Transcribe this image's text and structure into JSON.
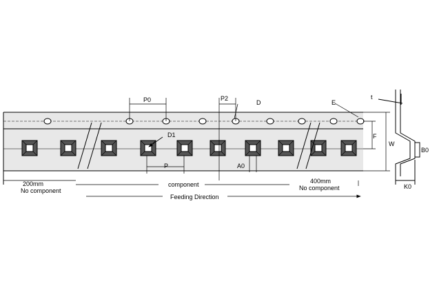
{
  "labels": {
    "p0": "P0",
    "p2": "P2",
    "d": "D",
    "e": "E",
    "t": "t",
    "d1": "D1",
    "p": "P",
    "a0": "A0",
    "f": "F",
    "w": "W",
    "b0": "B0",
    "k0": "K0"
  },
  "sections": {
    "left_length": "200mm",
    "left_desc": "No component",
    "middle": "component",
    "right_length": "400mm",
    "right_desc": "No component"
  },
  "feeding_direction": "Feeding Direction",
  "colors": {
    "tape_fill": "#e8e8e8",
    "line": "#000000",
    "background": "#ffffff"
  }
}
